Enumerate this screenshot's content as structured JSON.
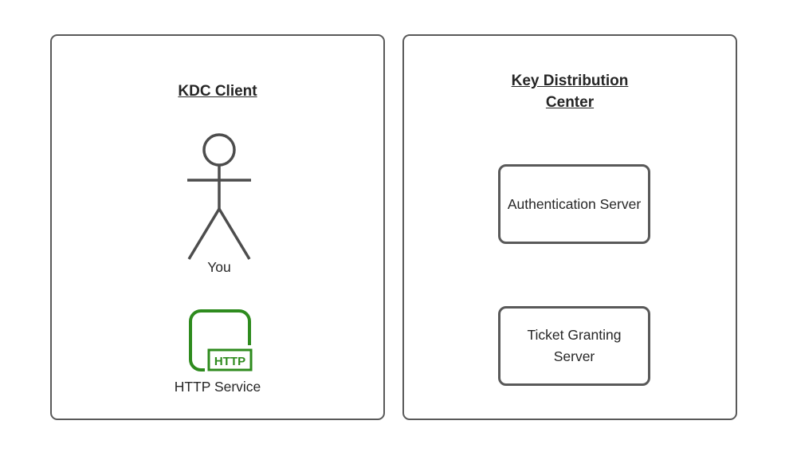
{
  "left_panel": {
    "title": "KDC Client",
    "actor_label": "You",
    "service_label": "HTTP Service",
    "service_badge": "HTTP"
  },
  "right_panel": {
    "title": "Key Distribution Center",
    "nodes": [
      {
        "label": "Authentication Server"
      },
      {
        "label": "Ticket Granting Server"
      }
    ]
  },
  "icons": {
    "actor": "person-icon",
    "service": "http-service-icon"
  },
  "colors": {
    "panel_border": "#595959",
    "figure_stroke": "#4d4d4d",
    "text": "#262626",
    "accent_green": "#2e8b1e"
  }
}
